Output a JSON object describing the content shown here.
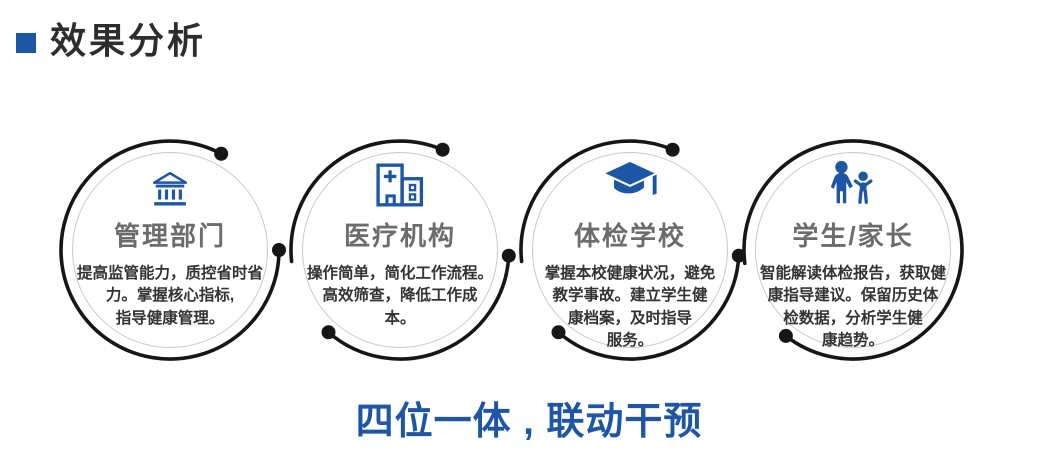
{
  "page": {
    "title": "效果分析",
    "slogan": "四位一体 , 联动干预"
  },
  "colors": {
    "accent_blue": "#1c56a6",
    "arc_black": "#161616",
    "circle_border_gray": "#c9c9c9",
    "node_title_gray": "#6c6c6c",
    "body_text": "#333333",
    "heading_text": "#2d2d2d"
  },
  "nodes": [
    {
      "icon": "bank-icon",
      "title": "管理部门",
      "desc": "提高监管能力，质控省时省\n力。掌握核心指标,\n指导健康管理。"
    },
    {
      "icon": "hospital-icon",
      "title": "医疗机构",
      "desc": "操作简单，简化工作流程。\n高效筛查，降低工作成\n本。"
    },
    {
      "icon": "graduation-cap-icon",
      "title": "体检学校",
      "desc": "掌握本校健康状况，避免\n教学事故。建立学生健\n康档案，及时指导\n服务。"
    },
    {
      "icon": "student-parent-icon",
      "title": "学生/家长",
      "desc": "智能解读体检报告，获取健\n康指导建议。保留历史体\n检数据，分析学生健\n康趋势。"
    }
  ]
}
